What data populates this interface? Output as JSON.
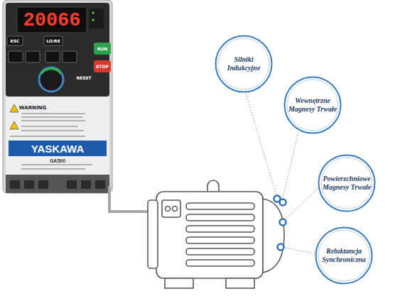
{
  "diagram": {
    "nodes": [
      {
        "text": [
          "Silniki Indukcyjne"
        ]
      },
      {
        "text": [
          "Wewnętrzne Magnesy Trwałe"
        ]
      },
      {
        "text": [
          "Powierzchniowe Magnesy Trwałe"
        ]
      },
      {
        "text": [
          "Reluktancja Synchroniczna"
        ]
      }
    ],
    "labels": [
      "20066",
      "ESC",
      "LO/RE",
      "RESET",
      "RUN",
      "STOP",
      "WARNING",
      "YASKAWA",
      "GA500"
    ]
  }
}
